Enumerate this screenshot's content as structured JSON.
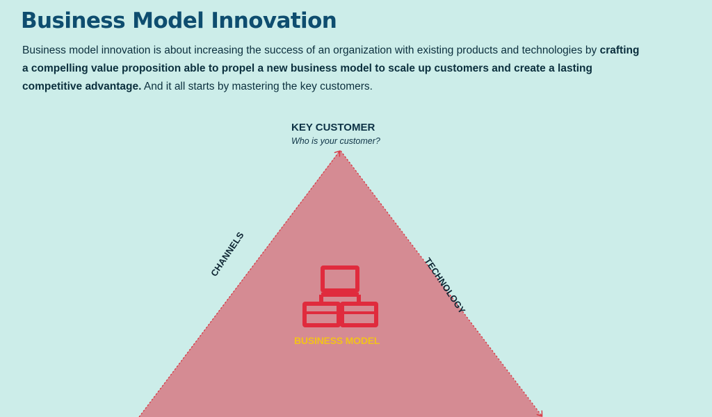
{
  "header": {
    "title": "Business Model Innovation",
    "intro_plain_1": "Business model innovation is about increasing the success of an organization with existing products and technologies by ",
    "intro_bold": "crafting a compelling value proposition able to propel a new business model to scale up customers and create a lasting competitive advantage.",
    "intro_plain_2": " And it all starts by mastering the key customers."
  },
  "diagram": {
    "apex_title": "KEY CUSTOMER",
    "apex_question": "Who is your customer?",
    "left_side": "CHANNELS",
    "right_side": "TECHNOLOGY",
    "center_label": "BUSINESS MODEL",
    "center_icon": "network-hierarchy-icon"
  },
  "colors": {
    "background": "#ccede9",
    "triangle_fill": "#d58b93",
    "triangle_stroke": "#d8343f",
    "icon": "#e02b3d",
    "center_label": "#f2c21b",
    "title": "#0e4d6f"
  }
}
